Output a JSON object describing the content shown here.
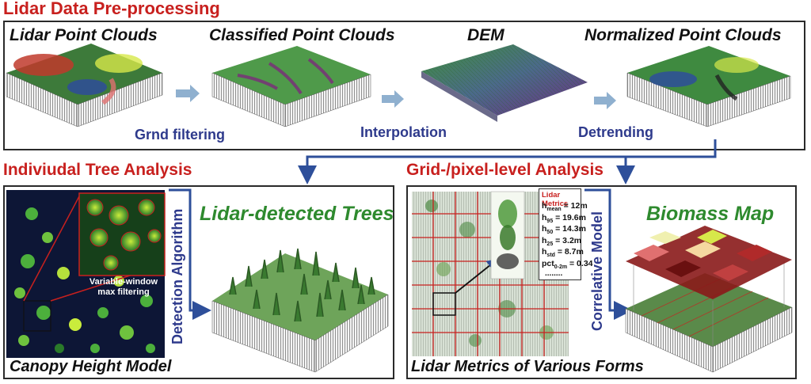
{
  "section_titles": {
    "preprocessing": "Lidar Data Pre-processing",
    "individual_tree": "Indiviudal Tree Analysis",
    "grid_pixel": "Grid-/pixel-level Analysis"
  },
  "preprocessing": {
    "stages": [
      "Lidar Point Clouds",
      "Classified Point Clouds",
      "DEM",
      "Normalized Point Clouds"
    ],
    "steps": [
      "Grnd filtering",
      "Interpolation",
      "Detrending"
    ]
  },
  "individual_tree": {
    "chm_label": "Canopy Height Model",
    "inset_label_line1": "Variable-window",
    "inset_label_line2": "max filtering",
    "algorithm_label": "Detection Algorithm",
    "result_label": "Lidar-detected Trees"
  },
  "grid_analysis": {
    "metrics_label": "Lidar Metrics of Various Forms",
    "model_label": "Correlative Model",
    "result_label": "Biomass Map",
    "metrics_box": {
      "title": "Lidar Metrics",
      "rows": [
        {
          "base": "h",
          "sub": "mean",
          "value": " = 12m"
        },
        {
          "base": "h",
          "sub": "95",
          "value": " = 19.6m"
        },
        {
          "base": "h",
          "sub": "50",
          "value": " = 14.3m"
        },
        {
          "base": "h",
          "sub": "25",
          "value": " = 3.2m"
        },
        {
          "base": "h",
          "sub": "std",
          "value": " = 8.7m"
        },
        {
          "base": "pct",
          "sub": "0-2m",
          "value": " = 0.34"
        }
      ],
      "ellipsis": "........"
    }
  },
  "colors": {
    "title_red": "#c8201e",
    "step_blue": "#2e3a8c",
    "result_green": "#2e8a2e",
    "arrow_blue": "#2e4f9a",
    "arrow_light": "#8fb0cf"
  }
}
